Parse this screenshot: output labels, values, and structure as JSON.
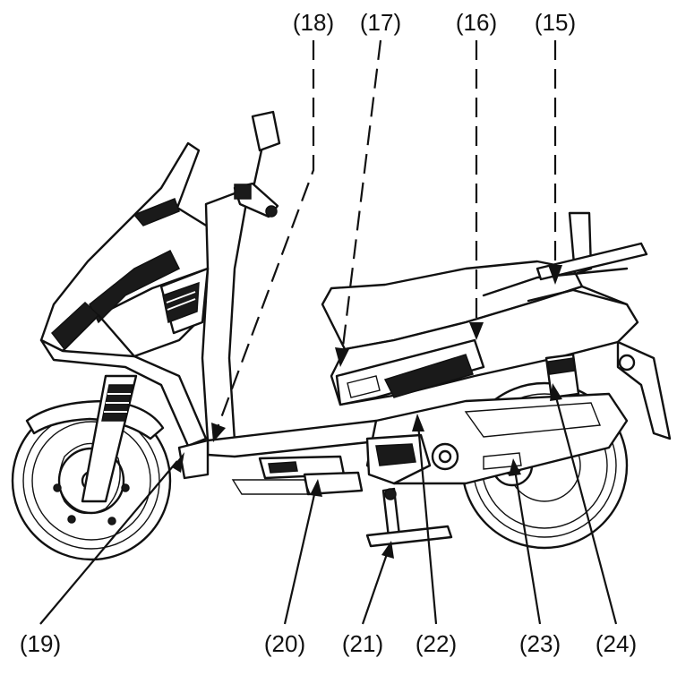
{
  "callouts": [
    {
      "id": "c15",
      "text": "(15)",
      "style": "dashed"
    },
    {
      "id": "c16",
      "text": "(16)",
      "style": "dashed"
    },
    {
      "id": "c17",
      "text": "(17)",
      "style": "dashed"
    },
    {
      "id": "c18",
      "text": "(18)",
      "style": "dashed"
    },
    {
      "id": "c19",
      "text": "(19)",
      "style": "solid"
    },
    {
      "id": "c20",
      "text": "(20)",
      "style": "solid"
    },
    {
      "id": "c21",
      "text": "(21)",
      "style": "solid"
    },
    {
      "id": "c22",
      "text": "(22)",
      "style": "solid"
    },
    {
      "id": "c23",
      "text": "(23)",
      "style": "solid"
    },
    {
      "id": "c24",
      "text": "(24)",
      "style": "solid"
    }
  ]
}
